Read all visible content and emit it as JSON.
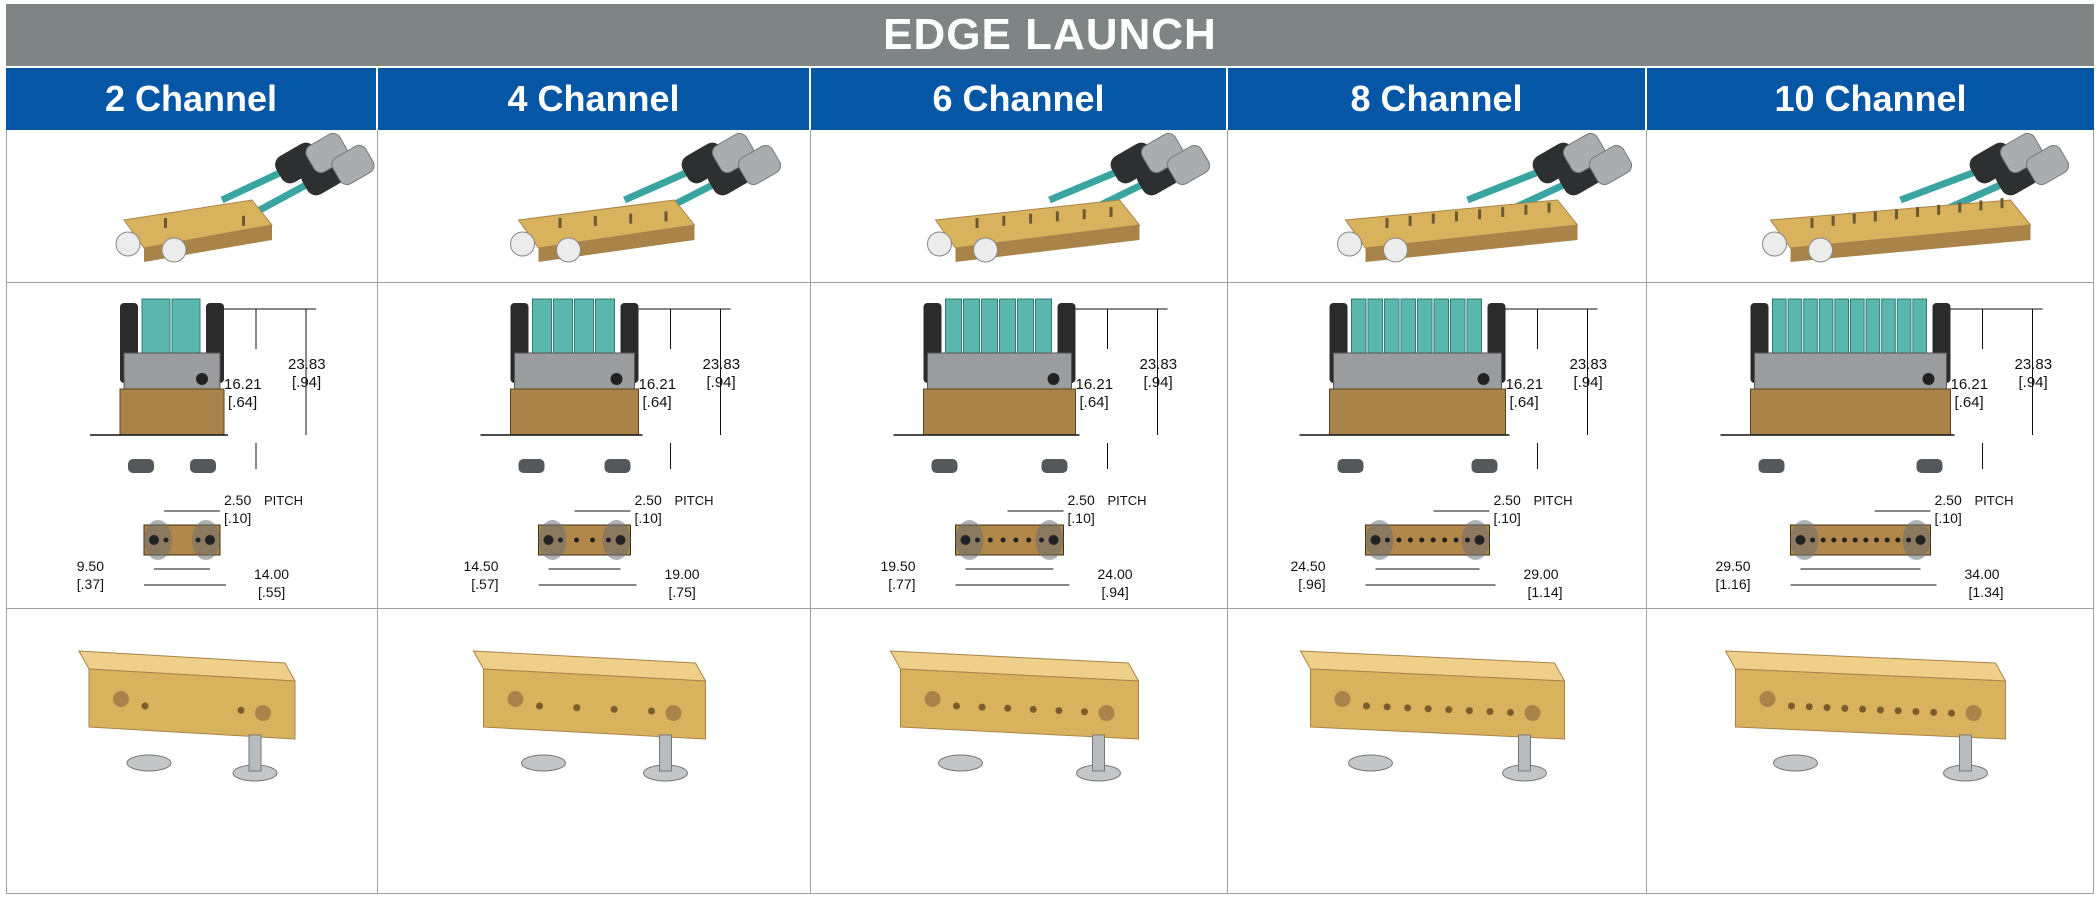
{
  "title": "EDGE LAUNCH",
  "columns": [
    {
      "label": "2 Channel",
      "pins": 2,
      "height": "23.83",
      "height_in": "[.94]",
      "body": "16.21",
      "body_in": "[.64]",
      "pitch": "2.50",
      "pitch_in": "[.10]",
      "pitch_word": "PITCH",
      "inner": "9.50",
      "inner_in": "[.37]",
      "outer": "14.00",
      "outer_in": "[.55]"
    },
    {
      "label": "4 Channel",
      "pins": 4,
      "height": "23.83",
      "height_in": "[.94]",
      "body": "16.21",
      "body_in": "[.64]",
      "pitch": "2.50",
      "pitch_in": "[.10]",
      "pitch_word": "PITCH",
      "inner": "14.50",
      "inner_in": "[.57]",
      "outer": "19.00",
      "outer_in": "[.75]"
    },
    {
      "label": "6 Channel",
      "pins": 6,
      "height": "23.83",
      "height_in": "[.94]",
      "body": "16.21",
      "body_in": "[.64]",
      "pitch": "2.50",
      "pitch_in": "[.10]",
      "pitch_word": "PITCH",
      "inner": "19.50",
      "inner_in": "[.77]",
      "outer": "24.00",
      "outer_in": "[.94]"
    },
    {
      "label": "8 Channel",
      "pins": 8,
      "height": "23.83",
      "height_in": "[.94]",
      "body": "16.21",
      "body_in": "[.64]",
      "pitch": "2.50",
      "pitch_in": "[.10]",
      "pitch_word": "PITCH",
      "inner": "24.50",
      "inner_in": "[.96]",
      "outer": "29.00",
      "outer_in": "[1.14]"
    },
    {
      "label": "10 Channel",
      "pins": 10,
      "height": "23.83",
      "height_in": "[.94]",
      "body": "16.21",
      "body_in": "[.64]",
      "pitch": "2.50",
      "pitch_in": "[.10]",
      "pitch_word": "PITCH",
      "inner": "29.50",
      "inner_in": "[1.16]",
      "outer": "34.00",
      "outer_in": "[1.34]"
    }
  ],
  "colors": {
    "title_bg": "#7f8485",
    "header_bg": "#0656a6",
    "gold": "#d9b25e",
    "gold_dark": "#a8844a",
    "cable": "#3aa5a0",
    "steel": "#a9adb0"
  }
}
